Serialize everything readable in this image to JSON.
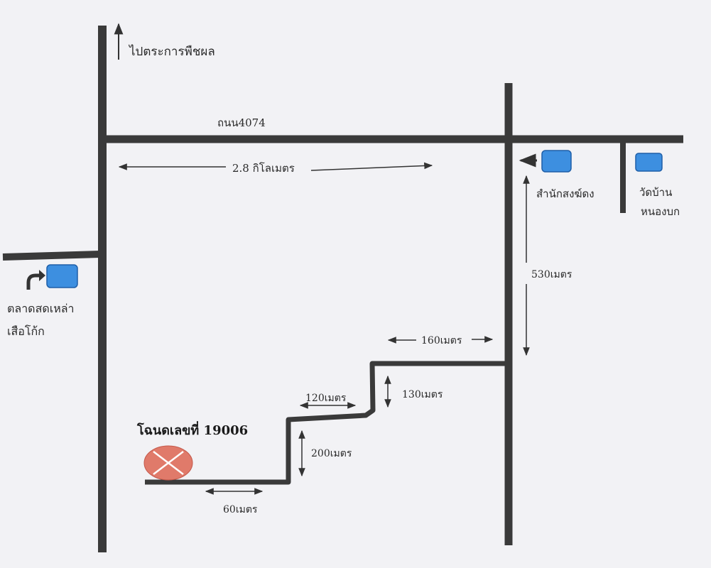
{
  "colors": {
    "road": "#3a3a3a",
    "landmark": "#3d8fe0",
    "landmark_border": "#1f5fa8",
    "plot": "#e07a6a",
    "plot_mark": "#ffffff",
    "arrow": "#333333",
    "background": "#f2f2f5"
  },
  "labels": {
    "to_town": "ไปตระการพืชผล",
    "road_name": "ถนน4074",
    "distance_main": "2.8 กิโลเมตร",
    "office_name": "สำนักสงฆ์ดง",
    "temple_line1": "วัดบ้าน",
    "temple_line2": "หนองบก",
    "market_line1": "ตลาดสดเหล่า",
    "market_line2": "เสือโก้ก",
    "dist_530": "530เมตร",
    "dist_160": "160เมตร",
    "dist_130": "130เมตร",
    "dist_120": "120เมตร",
    "dist_200": "200เมตร",
    "dist_60": "60เมตร",
    "plot_title": "โฉนดเลขที่ 19006"
  },
  "icons": {
    "landmark": "building-square-icon",
    "plot": "crossed-ellipse-icon",
    "turn": "turn-right-arrow-icon",
    "direction": "arrow-icon"
  }
}
